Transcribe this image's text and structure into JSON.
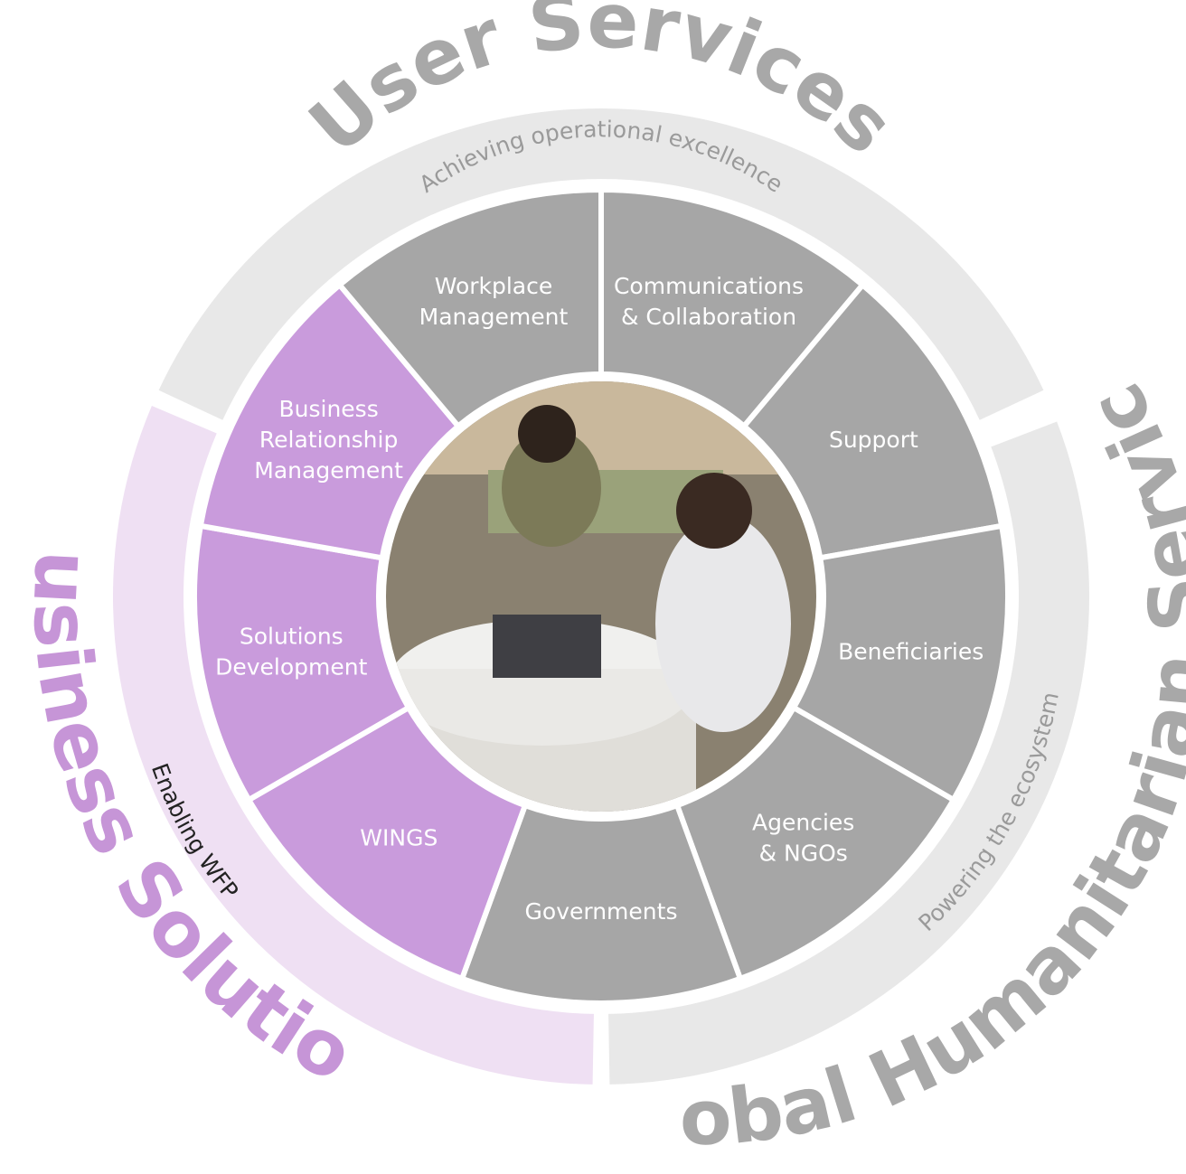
{
  "colors": {
    "grey_segment": "#a6a6a6",
    "grey_ring": "#e8e8e8",
    "grey_title": "#a8a8a8",
    "ring_text_grey": "#9a9a9a",
    "purple_segment": "#c99bdc",
    "purple_ring": "#efe0f3",
    "purple_title": "#c695d7",
    "ring_text_dark": "#222222",
    "segment_text": "#ffffff"
  },
  "outer_titles": {
    "user_services": "User Services",
    "global_humanitarian": "Global Humanitarian Services",
    "business_solutions": "Business Solutions"
  },
  "ring_taglines": {
    "user_services": "Achieving operational excellence",
    "global_humanitarian": "Powering the ecosystem",
    "business_solutions": "Enabling WFP"
  },
  "segments": [
    {
      "id": "communications",
      "group": "user",
      "lines": [
        "Communications",
        "& Collaboration"
      ]
    },
    {
      "id": "support",
      "group": "user",
      "lines": [
        "Support"
      ]
    },
    {
      "id": "beneficiaries",
      "group": "global",
      "lines": [
        "Beneficiaries"
      ]
    },
    {
      "id": "agencies",
      "group": "global",
      "lines": [
        "Agencies",
        "& NGOs"
      ]
    },
    {
      "id": "governments",
      "group": "global",
      "lines": [
        "Governments"
      ]
    },
    {
      "id": "wings",
      "group": "business",
      "lines": [
        "WINGS"
      ]
    },
    {
      "id": "solutions-dev",
      "group": "business",
      "lines": [
        "Solutions",
        "Development"
      ]
    },
    {
      "id": "brm",
      "group": "business",
      "lines": [
        "Business",
        "Relationship",
        "Management"
      ]
    },
    {
      "id": "workplace",
      "group": "user",
      "lines": [
        "Workplace",
        "Management"
      ]
    }
  ]
}
